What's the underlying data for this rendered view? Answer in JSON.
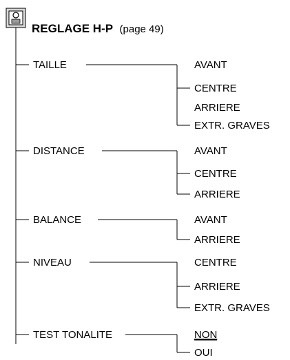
{
  "title": {
    "label": "REGLAGE H-P",
    "page_ref": "(page 49)",
    "icon": "speaker-settings-icon"
  },
  "menu": [
    {
      "label": "TAILLE",
      "options": [
        "AVANT",
        "CENTRE",
        "ARRIERE",
        "EXTR. GRAVES"
      ]
    },
    {
      "label": "DISTANCE",
      "options": [
        "AVANT",
        "CENTRE",
        "ARRIERE"
      ]
    },
    {
      "label": "BALANCE",
      "options": [
        "AVANT",
        "ARRIERE"
      ]
    },
    {
      "label": "NIVEAU",
      "options": [
        "CENTRE",
        "ARRIERE",
        "EXTR. GRAVES"
      ]
    },
    {
      "label": "TEST TONALITE",
      "options": [
        "NON",
        "OUI"
      ],
      "default_option": "NON"
    }
  ]
}
